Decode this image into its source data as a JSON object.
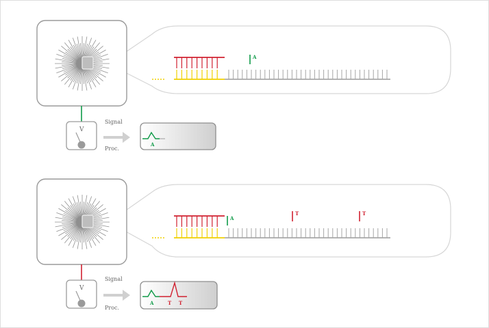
{
  "colors": {
    "red": "#d0202f",
    "yellow": "#f0d000",
    "green": "#0e9a47",
    "gray": "#9a9a9a",
    "outline": "#b8b8b8",
    "panel_outline": "#d6d6d6",
    "text": "#666666"
  },
  "icons": {
    "device": "nanopore-chip-icon",
    "meter": "voltmeter-icon",
    "screen": "signal-display-icon",
    "arrow": "process-arrow-icon"
  },
  "panels": [
    {
      "meter_letter": "V",
      "label_top": "Signal",
      "label_bottom": "Proc.",
      "strand_marks": [
        "A"
      ],
      "screen_marks": [
        "A"
      ]
    },
    {
      "meter_letter": "V",
      "label_top": "Signal",
      "label_bottom": "Proc.",
      "strand_marks": [
        "A",
        "T",
        "T"
      ],
      "screen_marks": [
        "A",
        "T",
        "T"
      ]
    }
  ]
}
